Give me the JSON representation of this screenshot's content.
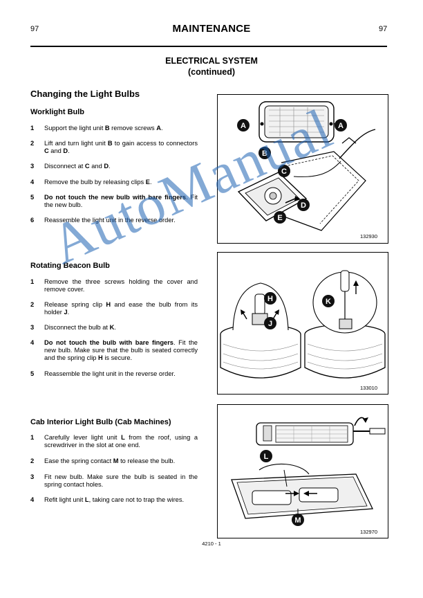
{
  "header": {
    "page_left": "97",
    "page_right": "97",
    "title": "MAINTENANCE",
    "section_line1": "ELECTRICAL SYSTEM",
    "section_line2": "(continued)"
  },
  "main_heading": "Changing the Light Bulbs",
  "worklight": {
    "heading": "Worklight Bulb",
    "steps": [
      {
        "n": "1",
        "text": "Support the light unit B remove screws A."
      },
      {
        "n": "2",
        "text": "Lift and turn light unit B to gain access to connectors C and D."
      },
      {
        "n": "3",
        "text": "Disconnect at C and D."
      },
      {
        "n": "4",
        "text": "Remove the bulb by releasing clips E."
      },
      {
        "n": "5",
        "text": "Do not touch the new bulb with bare fingers. Fit the new bulb."
      },
      {
        "n": "6",
        "text": "Reassemble the light unit in the reverse order."
      }
    ],
    "figure": {
      "code": "132930",
      "labels": [
        "A",
        "A",
        "B",
        "C",
        "D",
        "E"
      ]
    }
  },
  "beacon": {
    "heading": "Rotating Beacon Bulb",
    "steps": [
      {
        "n": "1",
        "text": "Remove the three screws holding the cover and remove cover."
      },
      {
        "n": "2",
        "text": "Release spring clip H and ease the bulb from its holder J."
      },
      {
        "n": "3",
        "text": "Disconnect the bulb at K."
      },
      {
        "n": "4",
        "text": "Do not touch the bulb with bare fingers. Fit the new bulb. Make sure that the bulb is seated correctly and the spring clip H is secure."
      },
      {
        "n": "5",
        "text": "Reassemble the light unit in the reverse order."
      }
    ],
    "figure": {
      "code": "133010",
      "labels": [
        "H",
        "J",
        "K"
      ]
    }
  },
  "cab": {
    "heading": "Cab Interior Light Bulb (Cab Machines)",
    "steps": [
      {
        "n": "1",
        "text": "Carefully lever light unit L from the roof, using a screwdriver in the slot at one end."
      },
      {
        "n": "2",
        "text": "Ease the spring contact M to release the bulb."
      },
      {
        "n": "3",
        "text": "Fit new bulb. Make sure the bulb is seated in the spring contact holes."
      },
      {
        "n": "4",
        "text": "Refit light unit L, taking care not to trap the wires."
      }
    ],
    "figure": {
      "code": "132970",
      "labels": [
        "L",
        "M"
      ]
    }
  },
  "footer": "4210 - 1",
  "watermark": "AutoManual",
  "colors": {
    "watermark": "#1f63b4",
    "text": "#000000"
  }
}
